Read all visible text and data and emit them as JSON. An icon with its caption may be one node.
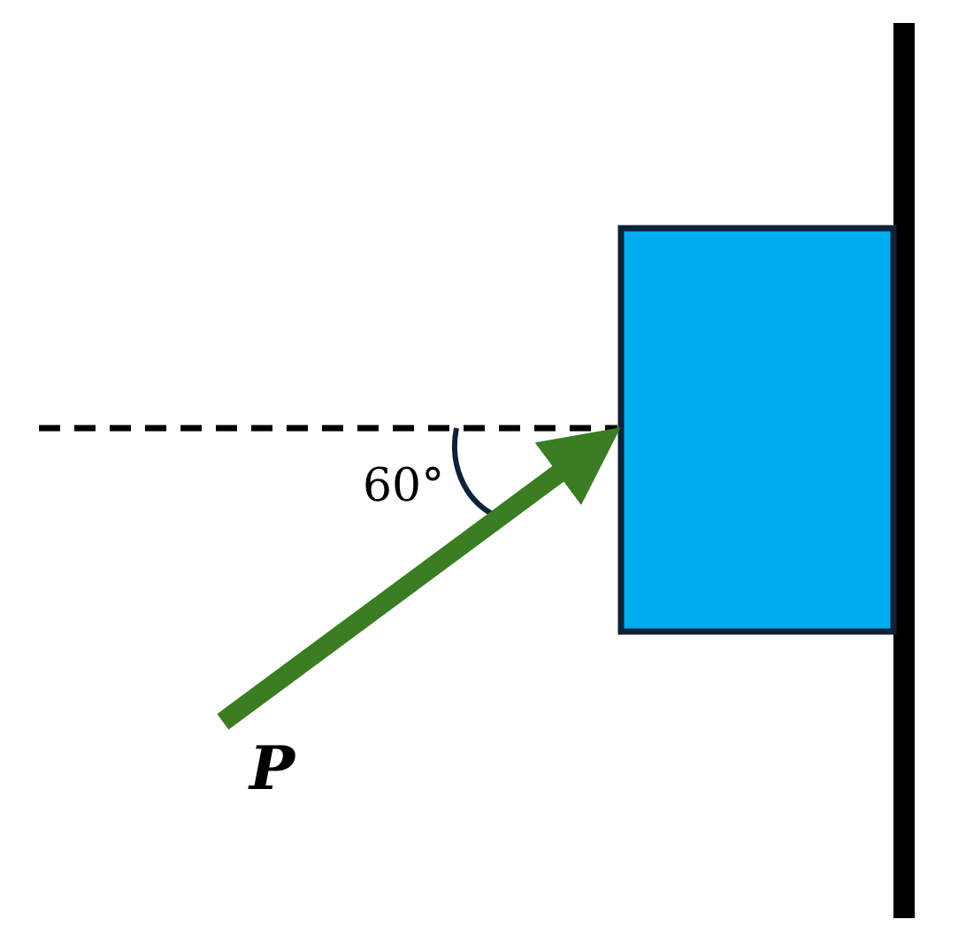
{
  "diagram": {
    "nodes": [
      {
        "text": [],
        "shape": "box"
      }
    ],
    "labels": [
      "60°",
      "P"
    ]
  }
}
